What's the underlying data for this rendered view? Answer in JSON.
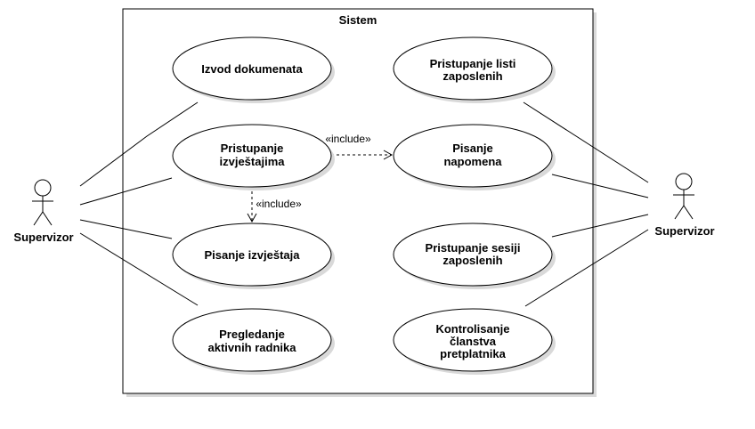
{
  "system": {
    "title": "Sistem"
  },
  "actors": [
    {
      "id": "supervisor-left",
      "label": "Supervizor"
    },
    {
      "id": "supervisor-right",
      "label": "Supervizor"
    }
  ],
  "use_cases": [
    {
      "id": "uc1",
      "lines": [
        "Izvod dokumenata"
      ]
    },
    {
      "id": "uc2",
      "lines": [
        "Pristupanje",
        "izvještajima"
      ]
    },
    {
      "id": "uc3",
      "lines": [
        "Pisanje izvještaja"
      ]
    },
    {
      "id": "uc4",
      "lines": [
        "Pregledanje",
        "aktivnih radnika"
      ]
    },
    {
      "id": "uc5",
      "lines": [
        "Pristupanje listi",
        "zaposlenih"
      ]
    },
    {
      "id": "uc6",
      "lines": [
        "Pisanje",
        "napomena"
      ]
    },
    {
      "id": "uc7",
      "lines": [
        "Pristupanje sesiji",
        "zaposlenih"
      ]
    },
    {
      "id": "uc8",
      "lines": [
        "Kontrolisanje",
        "članstva",
        "pretplatnika"
      ]
    }
  ],
  "relations": [
    {
      "type": "include",
      "from": "uc2",
      "to": "uc6",
      "label": "«include»"
    },
    {
      "type": "include",
      "from": "uc2",
      "to": "uc3",
      "label": "«include»"
    },
    {
      "type": "association",
      "from": "supervisor-left",
      "to": "uc1"
    },
    {
      "type": "association",
      "from": "supervisor-left",
      "to": "uc2"
    },
    {
      "type": "association",
      "from": "supervisor-left",
      "to": "uc3"
    },
    {
      "type": "association",
      "from": "supervisor-left",
      "to": "uc4"
    },
    {
      "type": "association",
      "from": "supervisor-right",
      "to": "uc5"
    },
    {
      "type": "association",
      "from": "supervisor-right",
      "to": "uc6"
    },
    {
      "type": "association",
      "from": "supervisor-right",
      "to": "uc7"
    },
    {
      "type": "association",
      "from": "supervisor-right",
      "to": "uc8"
    }
  ]
}
